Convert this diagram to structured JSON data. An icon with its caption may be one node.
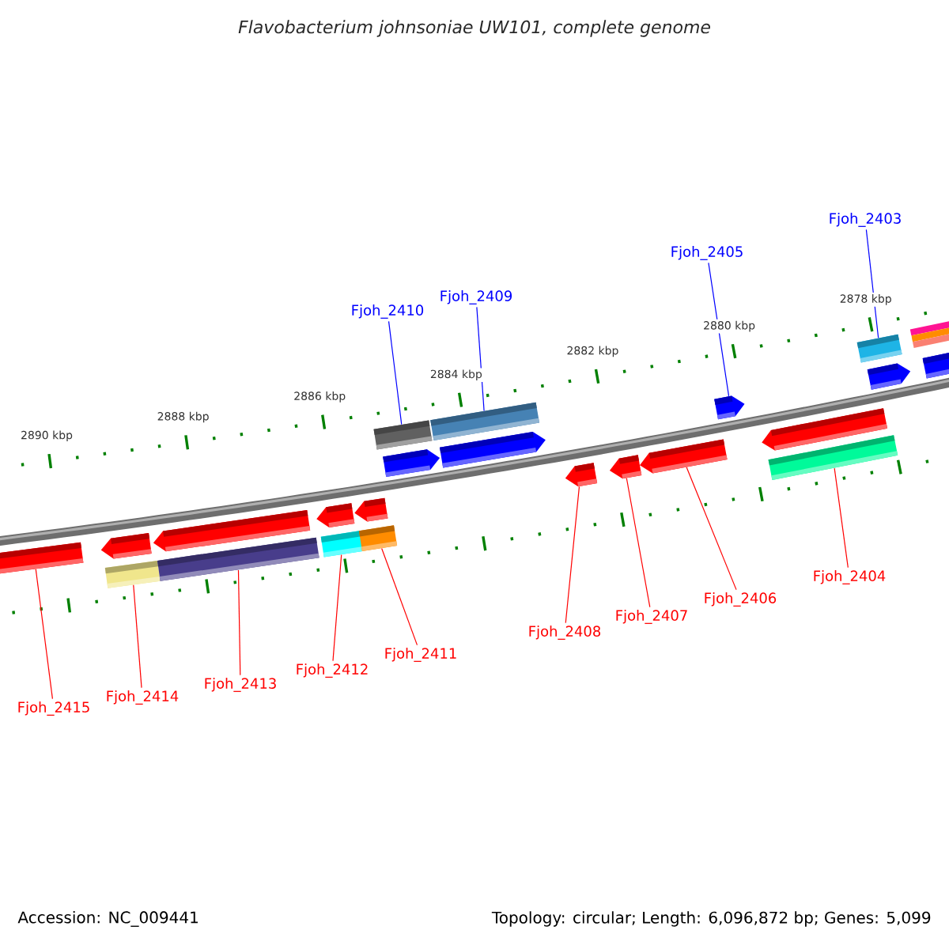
{
  "diagram": {
    "title": "Flavobacterium johnsoniae UW101, complete genome",
    "nodes": [
      {
        "text": [
          "Fjoh_2403"
        ]
      },
      {
        "text": [
          "Fjoh_2405"
        ]
      },
      {
        "text": [
          "Fjoh_2409"
        ]
      },
      {
        "text": [
          "Fjoh_2410"
        ]
      },
      {
        "text": [
          "Fjoh_2404"
        ]
      },
      {
        "text": [
          "Fjoh_2406"
        ]
      },
      {
        "text": [
          "Fjoh_2407"
        ]
      },
      {
        "text": [
          "Fjoh_2408"
        ]
      },
      {
        "text": [
          "Fjoh_2411"
        ]
      },
      {
        "text": [
          "Fjoh_2412"
        ]
      },
      {
        "text": [
          "Fjoh_2413"
        ]
      },
      {
        "text": [
          "Fjoh_2414"
        ]
      },
      {
        "text": [
          "Fjoh_2415"
        ]
      },
      {
        "text": [],
        "shape": "bar"
      },
      {
        "text": [],
        "shape": "arrow"
      },
      {
        "text": [],
        "shape": "box"
      },
      {
        "text": [],
        "shape": "arrow"
      },
      {
        "text": [],
        "shape": "box"
      },
      {
        "text": [],
        "shape": "arrow"
      },
      {
        "text": [],
        "shape": "box"
      },
      {
        "text": [],
        "shape": "arrow"
      },
      {
        "text": [],
        "shape": "box"
      },
      {
        "text": [],
        "shape": "box"
      },
      {
        "text": [],
        "shape": "arrow"
      },
      {
        "text": [],
        "shape": "box"
      },
      {
        "text": [],
        "shape": "arrow"
      },
      {
        "text": [],
        "shape": "arrow"
      },
      {
        "text": [],
        "shape": "arrow"
      },
      {
        "text": [],
        "shape": "arrow"
      },
      {
        "text": [],
        "shape": "arrow"
      },
      {
        "text": [],
        "shape": "arrow"
      },
      {
        "text": [],
        "shape": "box"
      },
      {
        "text": [],
        "shape": "box"
      },
      {
        "text": [],
        "shape": "arrow"
      },
      {
        "text": [],
        "shape": "box"
      },
      {
        "text": [],
        "shape": "box"
      },
      {
        "text": [],
        "shape": "box"
      },
      {
        "text": [],
        "shape": "arrow"
      }
    ],
    "edges": [
      {
        "from": 0,
        "to": 32,
        "arrow": "none",
        "color": "#0000ff"
      },
      {
        "from": 1,
        "to": 29,
        "arrow": "none",
        "color": "#0000ff"
      },
      {
        "from": 2,
        "to": 24,
        "arrow": "none",
        "color": "#0000ff"
      },
      {
        "from": 3,
        "to": 22,
        "arrow": "none",
        "color": "#0000ff"
      },
      {
        "from": 4,
        "to": 31,
        "arrow": "none"
      },
      {
        "from": 5,
        "to": 28,
        "arrow": "none"
      },
      {
        "from": 6,
        "to": 27,
        "arrow": "none"
      },
      {
        "from": 7,
        "to": 26,
        "arrow": "none"
      },
      {
        "from": 8,
        "to": 21,
        "arrow": "none"
      },
      {
        "from": 9,
        "to": 19,
        "arrow": "none"
      },
      {
        "from": 10,
        "to": 17,
        "arrow": "none"
      },
      {
        "from": 11,
        "to": 15,
        "arrow": "none"
      },
      {
        "from": 12,
        "to": 13,
        "arrow": "none"
      }
    ],
    "labels": [
      "2890 kbp",
      "2888 kbp",
      "2886 kbp",
      "2884 kbp",
      "2882 kbp",
      "2880 kbp",
      "2878 kbp",
      "Accession: NC_009441",
      "Topology: circular; Length: 6,096,872 bp; Genes: 5,099"
    ]
  }
}
